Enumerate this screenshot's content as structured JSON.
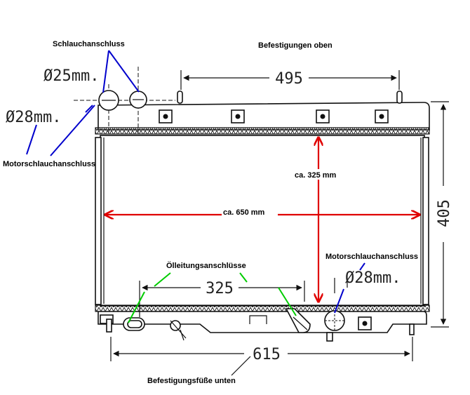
{
  "labels": {
    "schlauchanschluss": "Schlauchanschluss",
    "befestigungen_oben": "Befestigungen oben",
    "motorschlauchanschluss_left": "Motorschlauchanschluss",
    "motorschlauchanschluss_right": "Motorschlauchanschluss",
    "oelleitungsanschluesse": "Ölleitungsanschlüsse",
    "befestigungsfuesse_unten": "Befestigungsfüße unten",
    "height_note": "ca. 325 mm",
    "width_note": "ca. 650 mm"
  },
  "dimensions": {
    "top_span": "495",
    "bottom_span": "615",
    "oil_span": "325",
    "overall_height": "405",
    "hose_25": "Ø25mm.",
    "hose_28_left": "Ø28mm.",
    "hose_28_right": "Ø28mm."
  },
  "colors": {
    "line": "#111111",
    "red_arrow": "#e00000",
    "blue_leader": "#0000cc",
    "green_leader": "#00cc00"
  }
}
